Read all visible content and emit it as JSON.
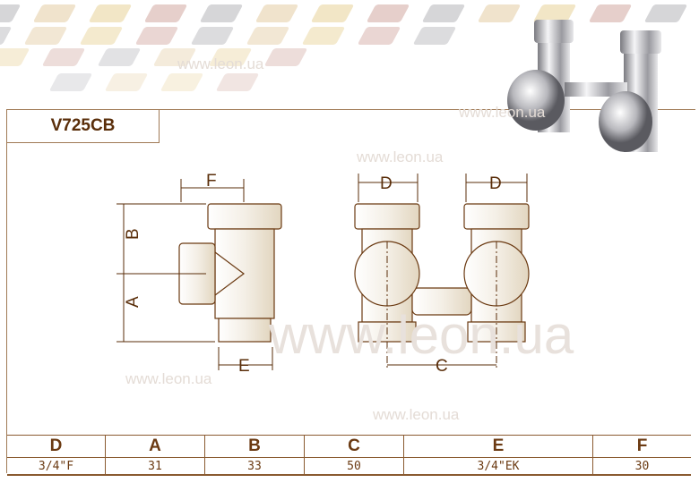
{
  "title": "V725CB",
  "watermark": "www.leon.ua",
  "dimension_labels": {
    "F": "F",
    "B": "B",
    "A": "A",
    "E": "E",
    "D1": "D",
    "D2": "D",
    "C": "C"
  },
  "table": {
    "headers": [
      "D",
      "A",
      "B",
      "C",
      "E",
      "F"
    ],
    "values": [
      "3/4\"F",
      "31",
      "33",
      "50",
      "3/4\"EK",
      "30"
    ]
  },
  "colors": {
    "brown": "#6b3a12",
    "frame": "#a07a55"
  }
}
